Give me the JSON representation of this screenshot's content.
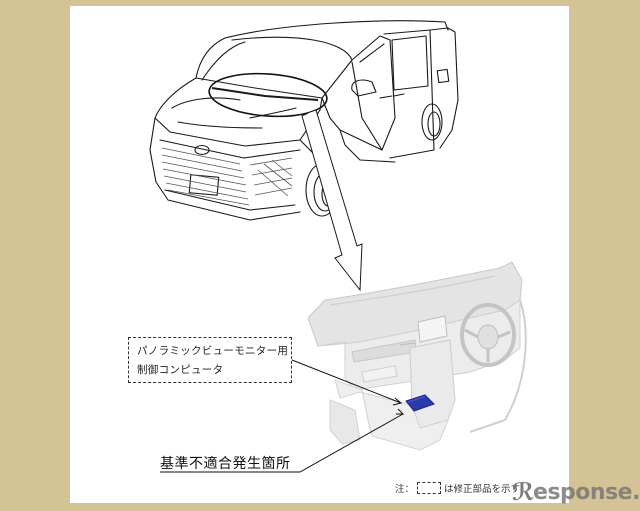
{
  "figure": {
    "type": "recall-location-diagram",
    "background_color": "#d4c394",
    "paper_color": "#ffffff",
    "highlight_part_color": "#2b3aa8"
  },
  "callout": {
    "line1": "パノラミックビューモニター用",
    "line2": "制御コンピュータ"
  },
  "defect_location_label": "基準不適合発生箇所",
  "note": {
    "prefix": "注：",
    "suffix": "は修正部品を示す"
  },
  "watermark": {
    "text": "esponse."
  },
  "illustrations": {
    "vehicle": "minivan-front-three-quarter-view",
    "interior": "dashboard-cutaway-view"
  }
}
